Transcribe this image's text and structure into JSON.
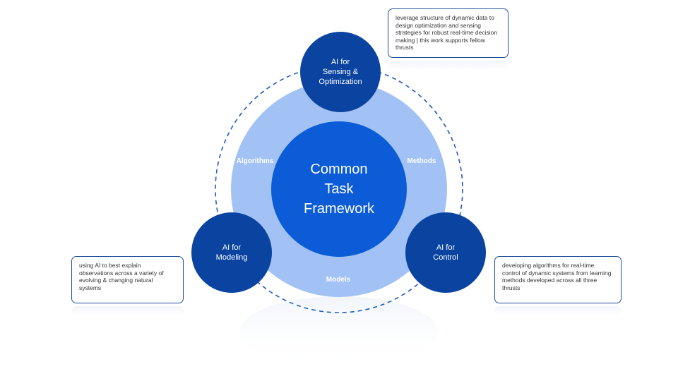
{
  "center": {
    "label": "Common\nTask\nFramework",
    "color": "#0b5cd6"
  },
  "ring": {
    "color": "#a2c2f5",
    "dash_color": "#1f5bbf",
    "labels": {
      "left": "Algorithms",
      "right": "Methods",
      "bottom": "Models"
    }
  },
  "nodes": {
    "top": {
      "label": "AI for\nSensing &\nOptimization",
      "color": "#0b44a0"
    },
    "left": {
      "label": "AI for\nModeling",
      "color": "#0b44a0"
    },
    "right": {
      "label": "AI for\nControl",
      "color": "#0b44a0"
    }
  },
  "callouts": {
    "top": "leverage structure of dynamic data to design optimization and sensing strategies for robust real-time decision making | this work supports fellow thrusts",
    "left": "using AI to best explain observations across a variety of evolving & changing natural systems",
    "right": "developing algorithms for real-time control of dynamic systems from learning methods developed across all three thrusts"
  }
}
